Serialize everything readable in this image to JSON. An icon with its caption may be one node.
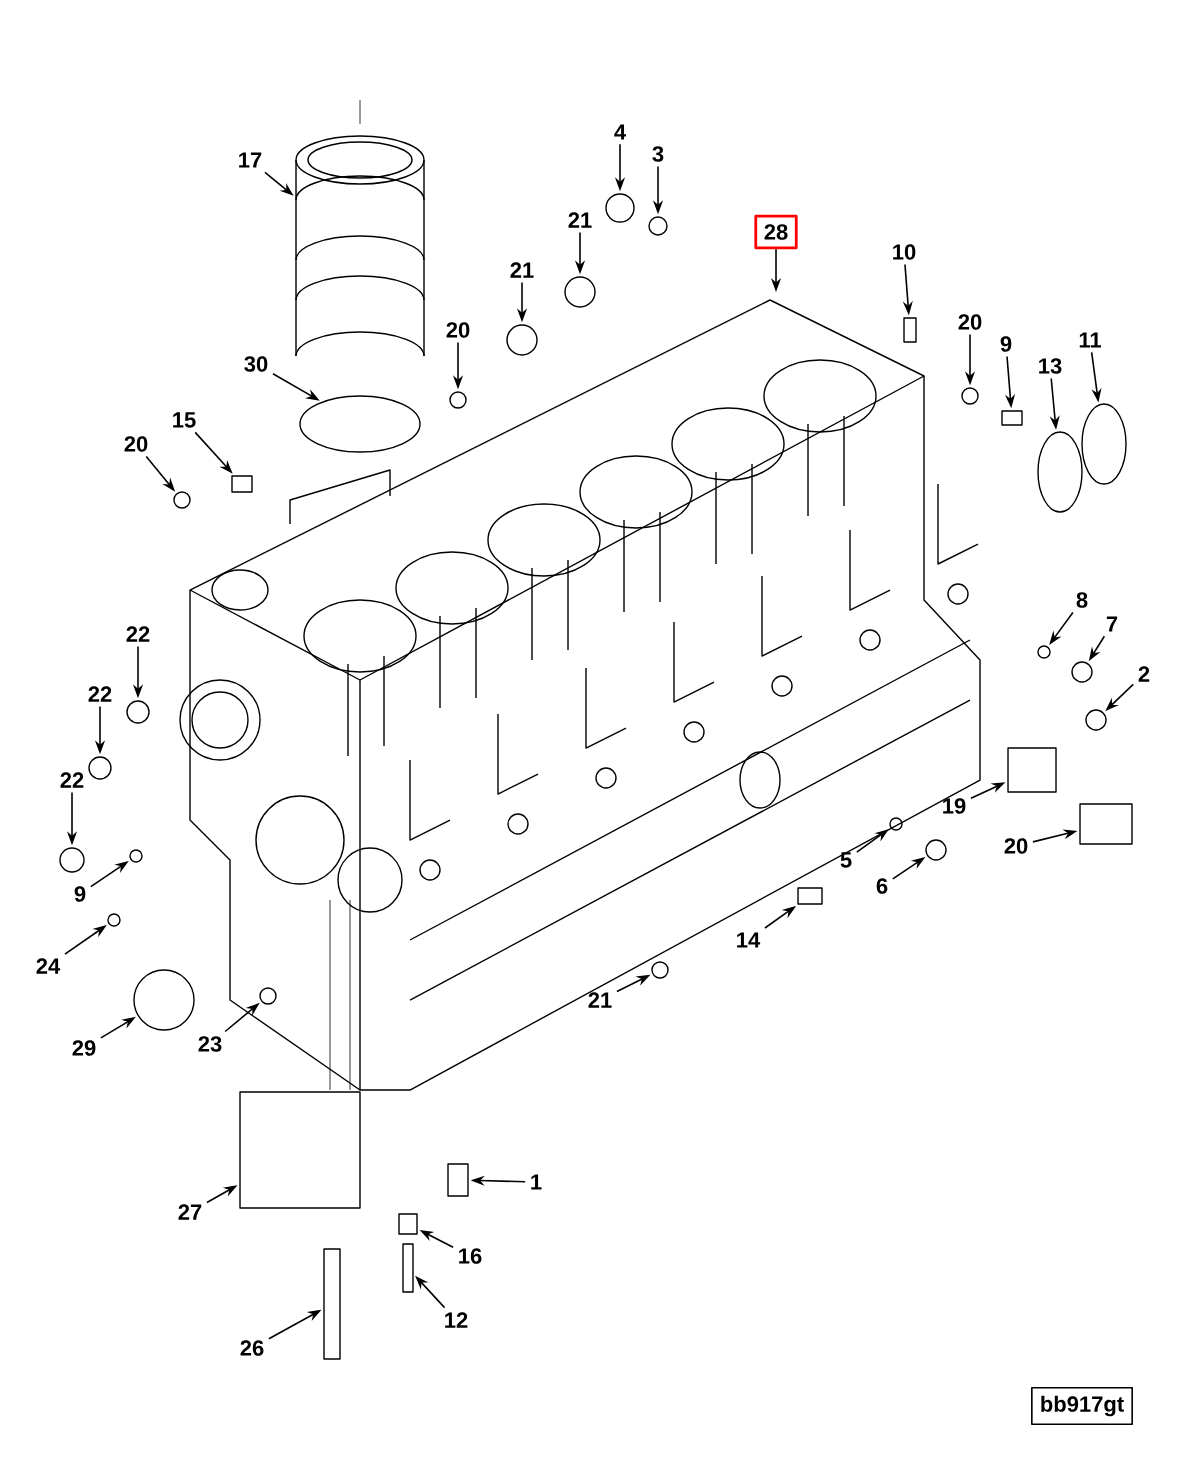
{
  "diagram": {
    "nodes": [
      {
        "text": [
          "4"
        ]
      },
      {
        "text": [
          "3"
        ]
      },
      {
        "text": [
          "17"
        ]
      },
      {
        "text": [
          "21"
        ]
      },
      {
        "text": [
          "28"
        ]
      },
      {
        "text": [
          "10"
        ]
      },
      {
        "text": [
          "21"
        ]
      },
      {
        "text": [
          "20"
        ]
      },
      {
        "text": [
          "20"
        ]
      },
      {
        "text": [
          "9"
        ]
      },
      {
        "text": [
          "11"
        ]
      },
      {
        "text": [
          "30"
        ]
      },
      {
        "text": [
          "13"
        ]
      },
      {
        "text": [
          "15"
        ]
      },
      {
        "text": [
          "20"
        ]
      },
      {
        "text": [
          "8"
        ]
      },
      {
        "text": [
          "7"
        ]
      },
      {
        "text": [
          "22"
        ]
      },
      {
        "text": [
          "2"
        ]
      },
      {
        "text": [
          "22"
        ]
      },
      {
        "text": [
          "22"
        ]
      },
      {
        "text": [
          "19"
        ]
      },
      {
        "text": [
          "20"
        ]
      },
      {
        "text": [
          "5"
        ]
      },
      {
        "text": [
          "6"
        ]
      },
      {
        "text": [
          "9"
        ]
      },
      {
        "text": [
          "14"
        ]
      },
      {
        "text": [
          "24"
        ]
      },
      {
        "text": [
          "21"
        ]
      },
      {
        "text": [
          "23"
        ]
      },
      {
        "text": [
          "29"
        ]
      },
      {
        "text": [
          "1"
        ]
      },
      {
        "text": [
          "27"
        ]
      },
      {
        "text": [
          "16"
        ]
      },
      {
        "text": [
          "12"
        ]
      },
      {
        "text": [
          "26"
        ]
      },
      {
        "text": [
          "bb917gt"
        ]
      },
      {
        "text": [],
        "shape": "circle"
      },
      {
        "text": [],
        "shape": "circle"
      },
      {
        "text": [],
        "shape": "cylinder"
      },
      {
        "text": [],
        "shape": "circle"
      },
      {
        "text": [],
        "shape": "box"
      },
      {
        "text": [],
        "shape": "circle"
      },
      {
        "text": [],
        "shape": "circle"
      },
      {
        "text": [],
        "shape": "circle"
      },
      {
        "text": [],
        "shape": "box"
      },
      {
        "text": [],
        "shape": "circle"
      },
      {
        "text": [],
        "shape": "circle"
      },
      {
        "text": [],
        "shape": "circle"
      },
      {
        "text": [],
        "shape": "box"
      },
      {
        "text": [],
        "shape": "circle"
      },
      {
        "text": [],
        "shape": "circle"
      },
      {
        "text": [],
        "shape": "circle"
      },
      {
        "text": [],
        "shape": "circle"
      },
      {
        "text": [],
        "shape": "circle"
      },
      {
        "text": [],
        "shape": "circle"
      },
      {
        "text": [],
        "shape": "circle"
      },
      {
        "text": [],
        "shape": "box"
      },
      {
        "text": [],
        "shape": "box"
      },
      {
        "text": [],
        "shape": "circle"
      },
      {
        "text": [],
        "shape": "circle"
      },
      {
        "text": [],
        "shape": "circle"
      },
      {
        "text": [],
        "shape": "box"
      },
      {
        "text": [],
        "shape": "circle"
      },
      {
        "text": [],
        "shape": "circle"
      },
      {
        "text": [],
        "shape": "circle"
      },
      {
        "text": [],
        "shape": "circle"
      },
      {
        "text": [],
        "shape": "box"
      },
      {
        "text": [],
        "shape": "box"
      },
      {
        "text": [],
        "shape": "box"
      },
      {
        "text": [],
        "shape": "box"
      },
      {
        "text": [],
        "shape": "box"
      }
    ],
    "edges": [
      {
        "from": 0,
        "to": 37,
        "arrow": "to"
      },
      {
        "from": 1,
        "to": 38,
        "arrow": "to"
      },
      {
        "from": 2,
        "to": 39,
        "arrow": "to"
      },
      {
        "from": 3,
        "to": 40,
        "arrow": "to"
      },
      {
        "from": 4,
        "to": null,
        "arrow": "to"
      },
      {
        "from": 5,
        "to": 41,
        "arrow": "to"
      },
      {
        "from": 6,
        "to": 42,
        "arrow": "to"
      },
      {
        "from": 7,
        "to": 43,
        "arrow": "to"
      },
      {
        "from": 8,
        "to": 44,
        "arrow": "to"
      },
      {
        "from": 9,
        "to": 45,
        "arrow": "to"
      },
      {
        "from": 10,
        "to": 46,
        "arrow": "to"
      },
      {
        "from": 11,
        "to": 47,
        "arrow": "to"
      },
      {
        "from": 12,
        "to": 48,
        "arrow": "to"
      },
      {
        "from": 13,
        "to": 49,
        "arrow": "to"
      },
      {
        "from": 14,
        "to": 50,
        "arrow": "to"
      },
      {
        "from": 15,
        "to": 51,
        "arrow": "to"
      },
      {
        "from": 16,
        "to": 52,
        "arrow": "to"
      },
      {
        "from": 17,
        "to": 53,
        "arrow": "to"
      },
      {
        "from": 18,
        "to": 54,
        "arrow": "to"
      },
      {
        "from": 19,
        "to": 55,
        "arrow": "to"
      },
      {
        "from": 20,
        "to": 56,
        "arrow": "to"
      },
      {
        "from": 21,
        "to": 57,
        "arrow": "to"
      },
      {
        "from": 22,
        "to": 58,
        "arrow": "to"
      },
      {
        "from": 23,
        "to": 59,
        "arrow": "to"
      },
      {
        "from": 24,
        "to": 60,
        "arrow": "to"
      },
      {
        "from": 25,
        "to": 61,
        "arrow": "to"
      },
      {
        "from": 26,
        "to": 62,
        "arrow": "to"
      },
      {
        "from": 27,
        "to": 63,
        "arrow": "to"
      },
      {
        "from": 28,
        "to": 64,
        "arrow": "to"
      },
      {
        "from": 29,
        "to": 65,
        "arrow": "to"
      },
      {
        "from": 30,
        "to": 66,
        "arrow": "to"
      },
      {
        "from": 31,
        "to": 67,
        "arrow": "to"
      },
      {
        "from": 32,
        "to": 68,
        "arrow": "to"
      },
      {
        "from": 33,
        "to": 69,
        "arrow": "to"
      },
      {
        "from": 34,
        "to": 70,
        "arrow": "to"
      },
      {
        "from": 35,
        "to": 71,
        "arrow": "to"
      }
    ]
  }
}
